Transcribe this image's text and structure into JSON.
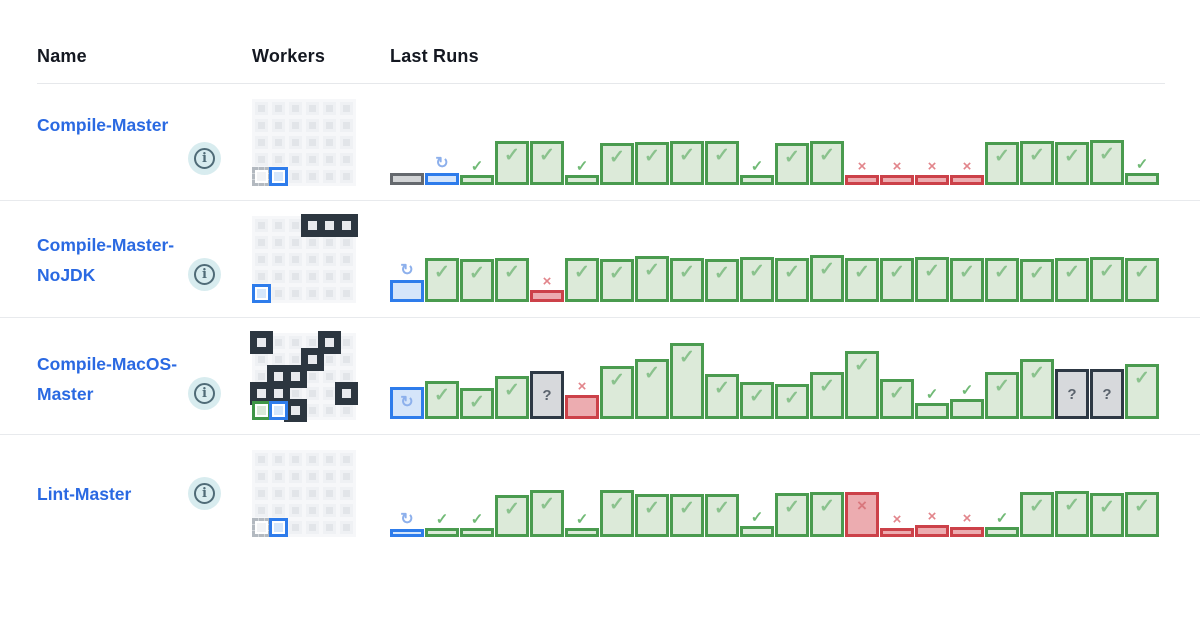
{
  "colors": {
    "link_blue": "#2a69e2",
    "success_green": "#4a9b4f",
    "success_fill": "#dcead9",
    "failure_red": "#cc4149",
    "failure_fill": "#ecacb0",
    "executing_blue": "#2e7ceb",
    "aborted_gray": "#65696e",
    "unknown_dark": "#2d3844",
    "info_badge_bg": "#d8ecef",
    "info_badge_fg": "#4f6b77"
  },
  "icons": {
    "check": "✓",
    "x": "×",
    "refresh": "↻",
    "question": "?",
    "info": "i"
  },
  "header": {
    "columns": [
      "Name",
      "Workers",
      "Last Runs"
    ]
  },
  "rows": [
    {
      "name": "Compile-Master",
      "workers": {
        "rows": 5,
        "cols": 6,
        "cells": [
          {
            "r": 4,
            "c": 0,
            "type": "reserved"
          },
          {
            "r": 4,
            "c": 1,
            "type": "executing-blue"
          }
        ]
      },
      "runs": [
        {
          "status": "aborted",
          "h": 12,
          "mark": null
        },
        {
          "status": "executing",
          "h": 12,
          "mark": "refresh-above"
        },
        {
          "status": "success",
          "h": 10,
          "mark": "check-above"
        },
        {
          "status": "success",
          "h": 44,
          "mark": "check-in"
        },
        {
          "status": "success",
          "h": 44,
          "mark": "check-in"
        },
        {
          "status": "success",
          "h": 10,
          "mark": "check-above"
        },
        {
          "status": "success",
          "h": 42,
          "mark": "check-in"
        },
        {
          "status": "success",
          "h": 43,
          "mark": "check-in"
        },
        {
          "status": "success",
          "h": 44,
          "mark": "check-in"
        },
        {
          "status": "success",
          "h": 44,
          "mark": "check-in"
        },
        {
          "status": "success",
          "h": 10,
          "mark": "check-above"
        },
        {
          "status": "success",
          "h": 42,
          "mark": "check-in"
        },
        {
          "status": "success",
          "h": 44,
          "mark": "check-in"
        },
        {
          "status": "failure",
          "h": 10,
          "mark": "x-above"
        },
        {
          "status": "failure",
          "h": 10,
          "mark": "x-above"
        },
        {
          "status": "failure",
          "h": 10,
          "mark": "x-above"
        },
        {
          "status": "failure",
          "h": 10,
          "mark": "x-above"
        },
        {
          "status": "success",
          "h": 43,
          "mark": "check-in"
        },
        {
          "status": "success",
          "h": 44,
          "mark": "check-in"
        },
        {
          "status": "success",
          "h": 43,
          "mark": "check-in"
        },
        {
          "status": "success",
          "h": 45,
          "mark": "check-in"
        },
        {
          "status": "success",
          "h": 12,
          "mark": "check-above"
        }
      ]
    },
    {
      "name": "Compile-Master-NoJDK",
      "workers": {
        "rows": 5,
        "cols": 6,
        "cells": [
          {
            "r": 0,
            "c": 3,
            "type": "dark-busy"
          },
          {
            "r": 0,
            "c": 4,
            "type": "dark-busy"
          },
          {
            "r": 0,
            "c": 5,
            "type": "dark-busy"
          },
          {
            "r": 4,
            "c": 0,
            "type": "executing-blue"
          }
        ]
      },
      "runs": [
        {
          "status": "executing",
          "h": 22,
          "mark": "refresh-above"
        },
        {
          "status": "success",
          "h": 44,
          "mark": "check-in"
        },
        {
          "status": "success",
          "h": 43,
          "mark": "check-in"
        },
        {
          "status": "success",
          "h": 44,
          "mark": "check-in"
        },
        {
          "status": "failure",
          "h": 12,
          "mark": "x-above"
        },
        {
          "status": "success",
          "h": 44,
          "mark": "check-in"
        },
        {
          "status": "success",
          "h": 43,
          "mark": "check-in"
        },
        {
          "status": "success",
          "h": 46,
          "mark": "check-in"
        },
        {
          "status": "success",
          "h": 44,
          "mark": "check-in"
        },
        {
          "status": "success",
          "h": 43,
          "mark": "check-in"
        },
        {
          "status": "success",
          "h": 45,
          "mark": "check-in"
        },
        {
          "status": "success",
          "h": 44,
          "mark": "check-in"
        },
        {
          "status": "success",
          "h": 47,
          "mark": "check-in"
        },
        {
          "status": "success",
          "h": 44,
          "mark": "check-in"
        },
        {
          "status": "success",
          "h": 44,
          "mark": "check-in"
        },
        {
          "status": "success",
          "h": 45,
          "mark": "check-in"
        },
        {
          "status": "success",
          "h": 44,
          "mark": "check-in"
        },
        {
          "status": "success",
          "h": 44,
          "mark": "check-in"
        },
        {
          "status": "success",
          "h": 43,
          "mark": "check-in"
        },
        {
          "status": "success",
          "h": 44,
          "mark": "check-in"
        },
        {
          "status": "success",
          "h": 45,
          "mark": "check-in"
        },
        {
          "status": "success",
          "h": 44,
          "mark": "check-in"
        }
      ]
    },
    {
      "name": "Compile-MacOS-Master",
      "workers": {
        "rows": 5,
        "cols": 6,
        "cells": [
          {
            "r": 0,
            "c": 0,
            "type": "dark-busy"
          },
          {
            "r": 0,
            "c": 4,
            "type": "dark-busy"
          },
          {
            "r": 1,
            "c": 3,
            "type": "dark-busy"
          },
          {
            "r": 2,
            "c": 1,
            "type": "dark-busy"
          },
          {
            "r": 2,
            "c": 2,
            "type": "dark-busy"
          },
          {
            "r": 3,
            "c": 0,
            "type": "dark-busy"
          },
          {
            "r": 3,
            "c": 1,
            "type": "dark-busy"
          },
          {
            "r": 3,
            "c": 5,
            "type": "dark-busy"
          },
          {
            "r": 4,
            "c": 0,
            "type": "green-ok"
          },
          {
            "r": 4,
            "c": 1,
            "type": "executing-blue"
          },
          {
            "r": 4,
            "c": 2,
            "type": "dark-busy"
          }
        ]
      },
      "runs": [
        {
          "status": "executing",
          "h": 32,
          "mark": "refresh-in"
        },
        {
          "status": "success",
          "h": 38,
          "mark": "check-in"
        },
        {
          "status": "success",
          "h": 31,
          "mark": "check-in"
        },
        {
          "status": "success",
          "h": 43,
          "mark": "check-in"
        },
        {
          "status": "unknown",
          "h": 48,
          "mark": "question-in"
        },
        {
          "status": "failure",
          "h": 24,
          "mark": "x-above"
        },
        {
          "status": "success",
          "h": 53,
          "mark": "check-in"
        },
        {
          "status": "success",
          "h": 60,
          "mark": "check-in"
        },
        {
          "status": "success",
          "h": 76,
          "mark": "check-in"
        },
        {
          "status": "success",
          "h": 45,
          "mark": "check-in"
        },
        {
          "status": "success",
          "h": 37,
          "mark": "check-in"
        },
        {
          "status": "success",
          "h": 35,
          "mark": "check-in"
        },
        {
          "status": "success",
          "h": 47,
          "mark": "check-in"
        },
        {
          "status": "success",
          "h": 68,
          "mark": "check-in"
        },
        {
          "status": "success",
          "h": 40,
          "mark": "check-in"
        },
        {
          "status": "success",
          "h": 16,
          "mark": "check-above"
        },
        {
          "status": "success",
          "h": 20,
          "mark": "check-above"
        },
        {
          "status": "success",
          "h": 47,
          "mark": "check-in"
        },
        {
          "status": "success",
          "h": 60,
          "mark": "check-in"
        },
        {
          "status": "unknown",
          "h": 50,
          "mark": "question-in"
        },
        {
          "status": "unknown",
          "h": 50,
          "mark": "question-in"
        },
        {
          "status": "success",
          "h": 55,
          "mark": "check-in"
        }
      ]
    },
    {
      "name": "Lint-Master",
      "workers": {
        "rows": 5,
        "cols": 6,
        "cells": [
          {
            "r": 4,
            "c": 0,
            "type": "reserved"
          },
          {
            "r": 4,
            "c": 1,
            "type": "executing-blue"
          }
        ]
      },
      "runs": [
        {
          "status": "executing",
          "h": 8,
          "mark": "refresh-above"
        },
        {
          "status": "success",
          "h": 9,
          "mark": "check-above"
        },
        {
          "status": "success",
          "h": 9,
          "mark": "check-above"
        },
        {
          "status": "success",
          "h": 42,
          "mark": "check-in"
        },
        {
          "status": "success",
          "h": 47,
          "mark": "check-in"
        },
        {
          "status": "success",
          "h": 9,
          "mark": "check-above"
        },
        {
          "status": "success",
          "h": 47,
          "mark": "check-in"
        },
        {
          "status": "success",
          "h": 43,
          "mark": "check-in"
        },
        {
          "status": "success",
          "h": 43,
          "mark": "check-in"
        },
        {
          "status": "success",
          "h": 43,
          "mark": "check-in"
        },
        {
          "status": "success",
          "h": 11,
          "mark": "check-above"
        },
        {
          "status": "success",
          "h": 44,
          "mark": "check-in"
        },
        {
          "status": "success",
          "h": 45,
          "mark": "check-in"
        },
        {
          "status": "failure",
          "h": 45,
          "mark": "x-in"
        },
        {
          "status": "failure",
          "h": 9,
          "mark": "x-above"
        },
        {
          "status": "failure",
          "h": 12,
          "mark": "x-above"
        },
        {
          "status": "failure",
          "h": 10,
          "mark": "x-above"
        },
        {
          "status": "success",
          "h": 10,
          "mark": "check-above"
        },
        {
          "status": "success",
          "h": 45,
          "mark": "check-in"
        },
        {
          "status": "success",
          "h": 46,
          "mark": "check-in"
        },
        {
          "status": "success",
          "h": 44,
          "mark": "check-in"
        },
        {
          "status": "success",
          "h": 45,
          "mark": "check-in"
        }
      ]
    }
  ]
}
